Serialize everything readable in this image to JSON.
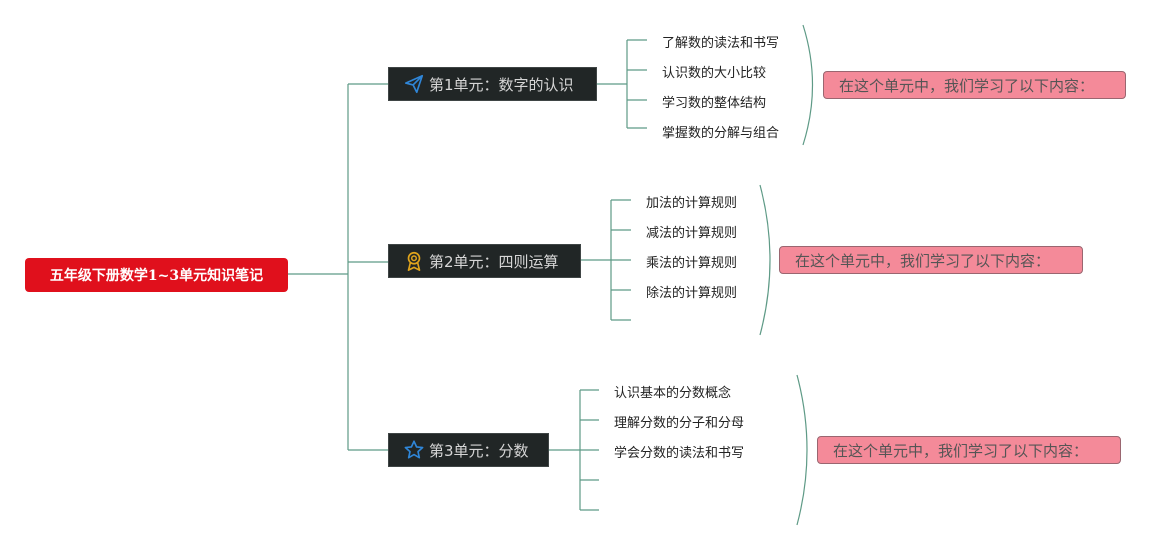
{
  "root": {
    "title": "五年级下册数学1~3单元知识笔记"
  },
  "units": [
    {
      "title": "第1单元：数字的认识",
      "icon": "paper-plane-icon",
      "items": [
        "了解数的读法和书写",
        "认识数的大小比较",
        "学习数的整体结构",
        "掌握数的分解与组合"
      ],
      "summary": "在这个单元中，我们学习了以下内容："
    },
    {
      "title": "第2单元：四则运算",
      "icon": "award-medal-icon",
      "items": [
        "加法的计算规则",
        "减法的计算规则",
        "乘法的计算规则",
        "除法的计算规则",
        ""
      ],
      "summary": "在这个单元中，我们学习了以下内容："
    },
    {
      "title": "第3单元：分数",
      "icon": "star-icon",
      "items": [
        "认识基本的分数概念",
        "理解分数的分子和分母",
        "学会分数的读法和书写",
        "",
        ""
      ],
      "summary": "在这个单元中，我们学习了以下内容："
    }
  ],
  "colors": {
    "root_bg": "#e0101c",
    "unit_bg": "#212626",
    "summary_bg": "#f48a99",
    "line": "#5e9a86",
    "icon_blue": "#2f86d8",
    "icon_gold": "#e0a41c"
  }
}
